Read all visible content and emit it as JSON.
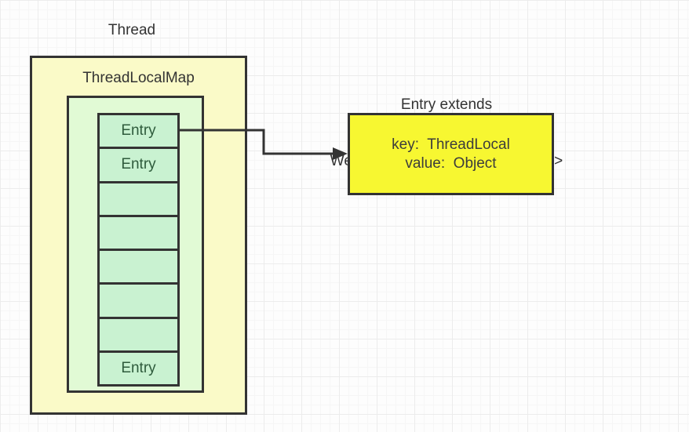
{
  "diagram": {
    "thread_label": "Thread",
    "map_box": {
      "title": "ThreadLocalMap"
    },
    "entries": [
      {
        "label": "Entry"
      },
      {
        "label": "Entry"
      },
      {
        "label": ""
      },
      {
        "label": ""
      },
      {
        "label": ""
      },
      {
        "label": ""
      },
      {
        "label": ""
      },
      {
        "label": "Entry"
      }
    ],
    "entry_box": {
      "caption_line1": "Entry extends",
      "caption_line2": "WeakReference<ThreadLocal<?>>",
      "key_line": "key:  ThreadLocal",
      "value_line": "value:  Object"
    },
    "colors": {
      "outer_box_fill": "#fafac8",
      "inner_box_fill": "#e1fad5",
      "cell_fill": "#c9f2d1",
      "entry_box_fill": "#f7f731",
      "border": "#333333",
      "text": "#333333",
      "cell_text": "#2e5b3c",
      "entry_box_text": "#3c3c3c"
    }
  }
}
